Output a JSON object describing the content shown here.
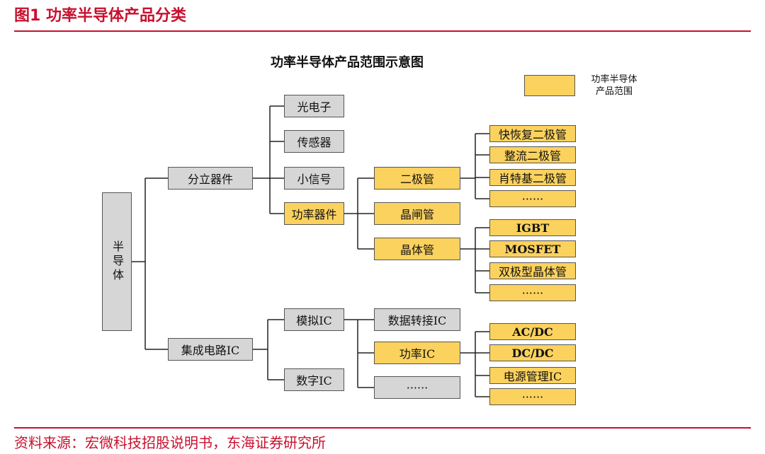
{
  "header": {
    "figure_title": "图1  功率半导体产品分类"
  },
  "diagram": {
    "title": "功率半导体产品范围示意图",
    "legend": {
      "label_line1": "功率半导体",
      "label_line2": "产品范围"
    },
    "nodes": {
      "root": "半导体",
      "discrete": "分立器件",
      "ic": "集成电路IC",
      "optoelectronic": "光电子",
      "sensor": "传感器",
      "small_signal": "小信号",
      "power_device": "功率器件",
      "analog_ic": "模拟IC",
      "digital_ic": "数字IC",
      "diode": "二极管",
      "thyristor": "晶闸管",
      "transistor": "晶体管",
      "data_converter_ic": "数据转接IC",
      "power_ic": "功率IC",
      "analog_more": "······",
      "fast_recovery_diode": "快恢复二极管",
      "rectifier_diode": "整流二极管",
      "schottky_diode": "肖特基二极管",
      "diode_more": "······",
      "igbt": "IGBT",
      "mosfet": "MOSFET",
      "bipolar_transistor": "双极型晶体管",
      "transistor_more": "······",
      "ac_dc": "AC/DC",
      "dc_dc": "DC/DC",
      "power_management_ic": "电源管理IC",
      "power_ic_more": "······"
    }
  },
  "footer": {
    "source": "资料来源：宏微科技招股说明书，东海证券研究所"
  },
  "colors": {
    "brand_red": "#c8102e",
    "highlight_yellow": "#fcd25e",
    "box_gray": "#d6d6d6",
    "line": "#222222"
  }
}
